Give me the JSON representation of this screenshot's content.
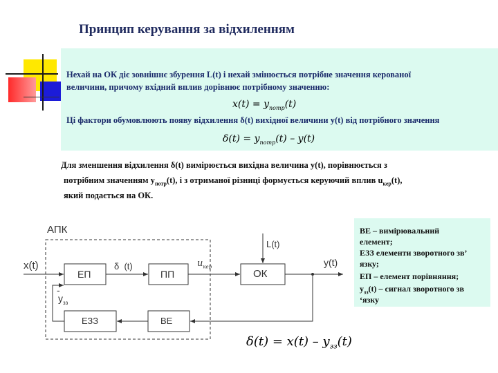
{
  "title": "Принцип керування за відхиленням",
  "info_box": {
    "line1": "Нехай на ОК діє зовнішнє збурення  L(t) і нехай змінюється потрібне значення керованої",
    "line2": "величини,  причому   вхідний  вплив дорівнює потрібному значенню:",
    "formula1": "x(t) = yпотр(t)",
    "line3": "Ці фактори обумовлюють появу відхилення δ(t)  вихідної величини у(t)  від потрібного значення",
    "formula2": "δ(t) = yпотр(t) – y(t)"
  },
  "paragraph": {
    "line1": "Для зменшення відхилення δ(t) вимірюється вихідна величина у(t), порівнюється з",
    "line2_pre": "потрібним значенням у",
    "line2_sub": "потр",
    "line2_mid": "(t), і з отриманої різниці формується керуючий вплив u",
    "line2_sub2": "кер",
    "line2_post": "(t),",
    "line3": "який подається на ОК."
  },
  "diagram": {
    "apk_label": "АПК",
    "input_label": "x(t)",
    "output_label": "y(t)",
    "disturbance_label": "L(t)",
    "delta_label": "δ  (t)",
    "ukep_label": "uкер",
    "yzz_label": "yзз",
    "minus_sign": "-",
    "blocks": {
      "ep": "ЕП",
      "pp": "ПП",
      "ok": "ОК",
      "ezz": "ЕЗЗ",
      "ve": "ВЕ"
    }
  },
  "legend": {
    "line1": "ВЕ – вимірювальний",
    "line2": "елемент;",
    "line3": "ЕЗЗ елементи зворотного зв’",
    "line4": "язку;",
    "line5": "ЕП – елемент порівняння;",
    "line6_pre": "y",
    "line6_sub": "зз",
    "line6_post": "(t) – сигнал зворотного зв",
    "line7": "‘язку"
  },
  "bottom_formula": "δ(t) = x(t) – yзз(t)"
}
